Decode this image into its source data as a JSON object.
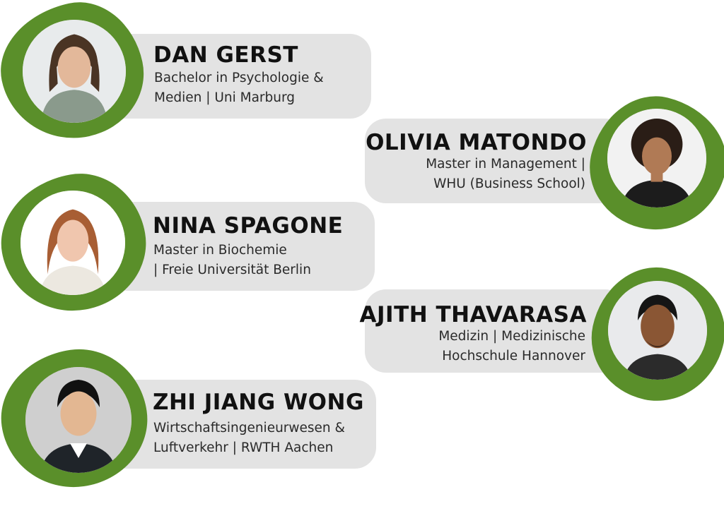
{
  "colors": {
    "accent": "#5a8f2a",
    "card": "#e3e3e3",
    "text": "#111111"
  },
  "people": [
    {
      "name": "DAN GERST",
      "line1": "Bachelor in Psychologie &",
      "line2": "Medien | Uni Marburg"
    },
    {
      "name": "OLIVIA MATONDO",
      "line1": "Master in Management |",
      "line2": "WHU (Business School)"
    },
    {
      "name": "NINA SPAGONE",
      "line1": "Master in Biochemie",
      "line2": "| Freie Universität Berlin"
    },
    {
      "name": "AJITH THAVARASA",
      "line1": "Medizin | Medizinische",
      "line2": "Hochschule Hannover"
    },
    {
      "name": "ZHI JIANG WONG",
      "line1": "Wirtschaftsingenieurwesen &",
      "line2": "Luftverkehr | RWTH Aachen"
    }
  ]
}
